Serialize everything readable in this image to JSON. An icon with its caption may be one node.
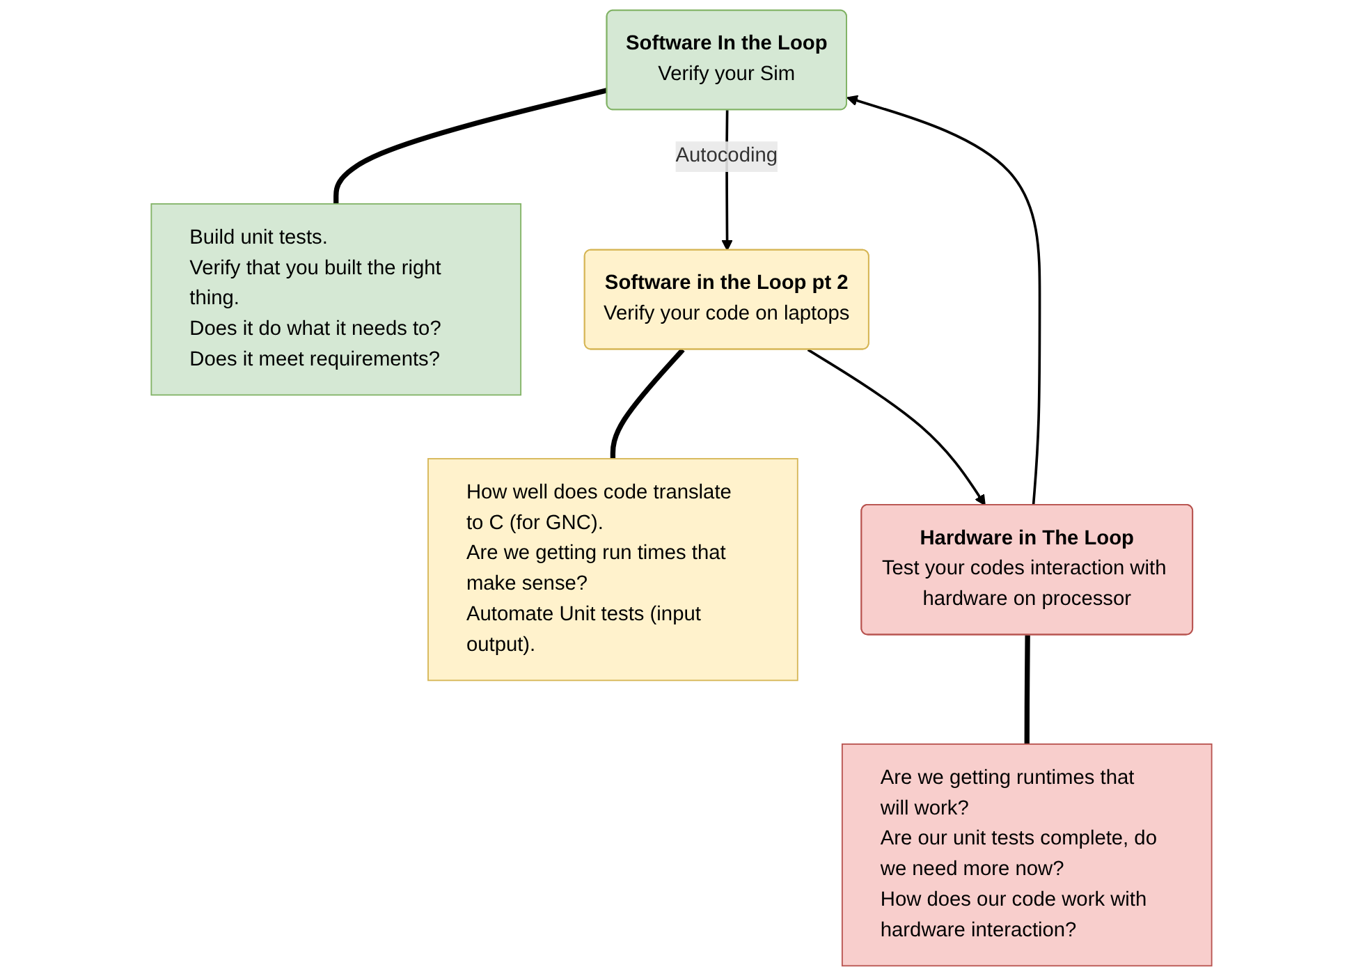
{
  "diagram": {
    "nodes": [
      {
        "text": [
          "Software In the Loop",
          "Verify your Sim"
        ]
      },
      {
        "text": [
          "Build unit tests.",
          "Verify that you built the right thing.",
          "Does it do what it needs to?",
          "Does it meet requirements?"
        ]
      },
      {
        "text": [
          "Software in the Loop pt 2",
          "Verify your code on laptops"
        ]
      },
      {
        "text": [
          "How well does code translate to C (for GNC).",
          "Are we getting run times that make sense?",
          "Automate Unit tests (input output)."
        ]
      },
      {
        "text": [
          "Hardware in The Loop",
          "Test your codes interaction with hardware on processor"
        ]
      },
      {
        "text": [
          "Are we getting runtimes that will work?",
          "Are our unit tests complete, do we need more now?",
          "How does our code work with hardware interaction?"
        ]
      }
    ],
    "edges": [
      {
        "from": 0,
        "to": 1,
        "arrow": "none",
        "style": "thick"
      },
      {
        "from": 0,
        "to": 2,
        "arrow": "to",
        "label": "Autocoding"
      },
      {
        "from": 2,
        "to": 3,
        "arrow": "none",
        "style": "thick"
      },
      {
        "from": 2,
        "to": 4,
        "arrow": "to"
      },
      {
        "from": 4,
        "to": 5,
        "arrow": "none",
        "style": "thick"
      },
      {
        "from": 4,
        "to": 0,
        "arrow": "to"
      }
    ]
  }
}
